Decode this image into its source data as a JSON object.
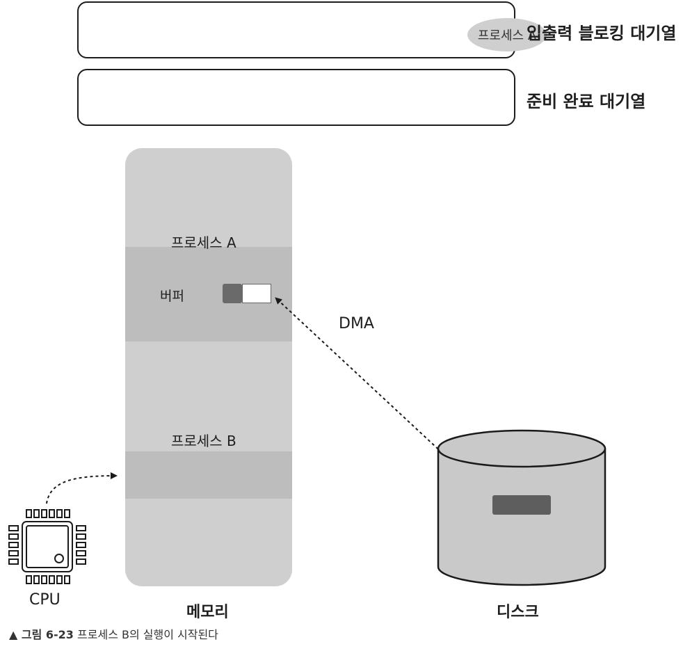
{
  "queues": {
    "io_blocked": {
      "label": "입출력 블로킹 대기열",
      "process": "프로세스 A"
    },
    "ready": {
      "label": "준비 완료 대기열"
    }
  },
  "memory": {
    "label": "메모리",
    "process_a": "프로세스 A",
    "buffer_label": "버퍼",
    "process_b": "프로세스 B"
  },
  "dma_label": "DMA",
  "disk_label": "디스크",
  "cpu_label": "CPU",
  "caption": {
    "marker": "▲ 그림 6-23",
    "text": "프로세스 B의 실행이 시작된다"
  },
  "colors": {
    "memory_fill": "#cfcfcf",
    "memory_band": "#bdbdbd",
    "disk_fill": "#c9c9c9",
    "disk_block": "#5e5e5e"
  },
  "icons": [
    "cpu-chip-icon",
    "arrow-dashed-icon"
  ]
}
